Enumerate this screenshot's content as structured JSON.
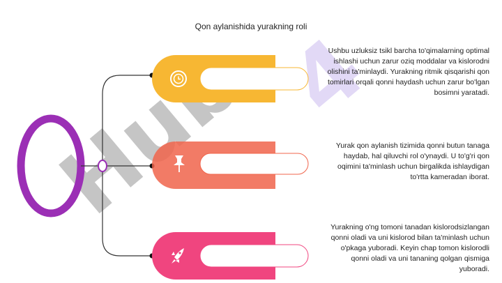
{
  "title": "Qon aylanishida yurakning roli",
  "items": [
    {
      "text": "Ushbu uzluksiz tsikl barcha to'qimalarning optimal ishlashi uchun zarur oziq moddalar va kislorodni olishini ta'minlaydi. Yurakning ritmik qisqarishi qon tomirlari orqali qonni haydash uchun zarur bo'lgan bosimni yaratadi.",
      "icon": "clock-icon",
      "color": "#f7b733"
    },
    {
      "text": "Yurak qon aylanish tizimida qonni butun tanaga haydab, hal qiluvchi rol o'ynaydi. U to'g'ri qon oqimini ta'minlash uchun birgalikda ishlaydigan to'rtta kameradan iborat.",
      "icon": "pushpin-icon",
      "color": "#f0644b"
    },
    {
      "text": "Yurakning o'ng tomoni tanadan kislorodsizlangan qonni oladi va uni kislorod bilan ta'minlash uchun o'pkaga yuboradi. Keyin chap tomon kislorodli qonni oladi va uni tananing qolgan qismiga yuboradi.",
      "icon": "rocket-icon",
      "color": "#f0457f"
    }
  ],
  "hub_color": "#9b2fb5",
  "watermark": "Hub"
}
